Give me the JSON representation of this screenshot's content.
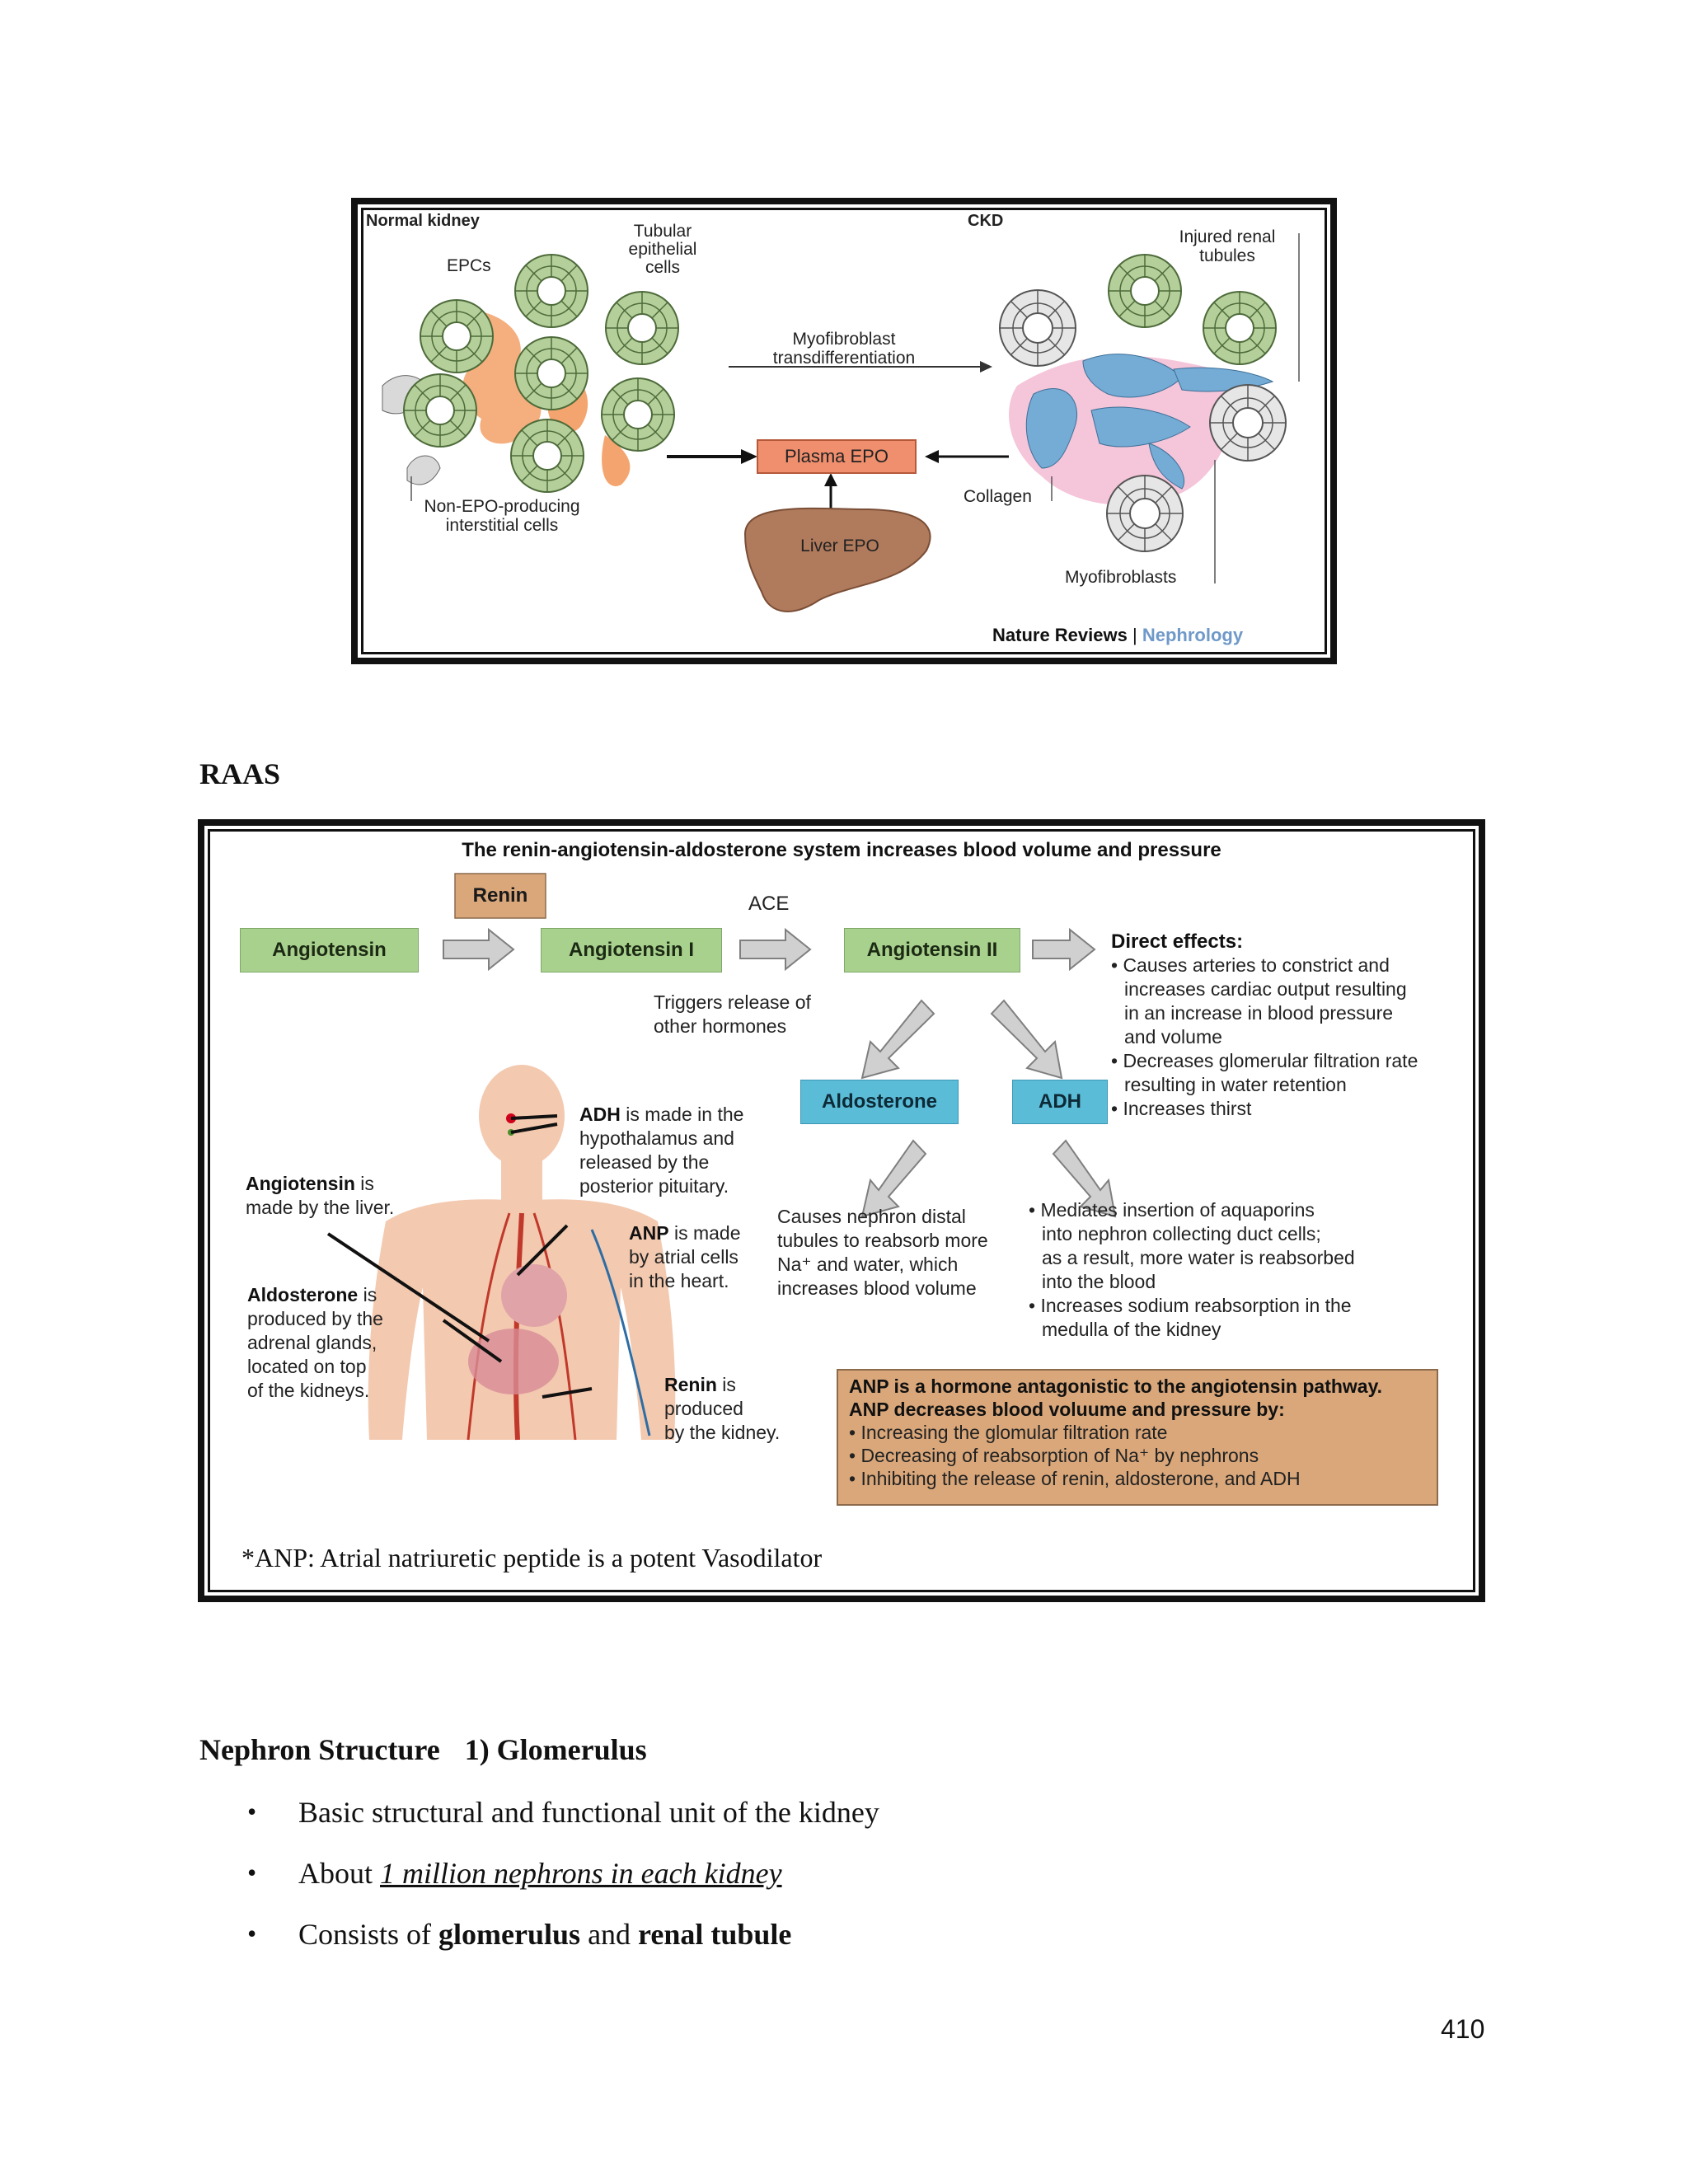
{
  "figure1": {
    "normal_label": "Normal kidney",
    "ckd_label": "CKD",
    "epcs": "EPCs",
    "tubular1": "Tubular",
    "tubular2": "epithelial",
    "tubular3": "cells",
    "injured1": "Injured renal",
    "injured2": "tubules",
    "myo_trans1": "Myofibroblast",
    "myo_trans2": "transdifferentiation",
    "plasma_epo": "Plasma EPO",
    "liver_epo": "Liver EPO",
    "collagen": "Collagen",
    "nonepo1": "Non-EPO-producing",
    "nonepo2": "interstitial cells",
    "myofibroblasts": "Myofibroblasts",
    "credit_main": "Nature Reviews",
    "credit_sep": "|",
    "credit_journal": "Nephrology",
    "colors": {
      "tubule_green": "#b5cf9a",
      "orange_cell": "#f4a56f",
      "blue_cell": "#74acd6",
      "pink": "#f2b6cf",
      "liver": "#b07a5c",
      "epo_box": "#f08f6e"
    }
  },
  "section_raas": "RAAS",
  "figure2": {
    "title": "The renin-angiotensin-aldosterone system increases blood volume and pressure",
    "renin": "Renin",
    "ace": "ACE",
    "angiotensin": "Angiotensin",
    "angiotensin1": "Angiotensin I",
    "angiotensin2": "Angiotensin II",
    "direct_effects_title": "Direct effects:",
    "direct_effects": [
      "• Causes arteries to constrict and",
      "increases cardiac output resulting",
      "in an increase in blood pressure",
      "and volume",
      "• Decreases glomerular filtration rate",
      "resulting in water retention",
      "• Increases thirst"
    ],
    "triggers": [
      "Triggers release of",
      "other hormones"
    ],
    "aldosterone": "Aldosterone",
    "adh": "ADH",
    "adh_note_bold": "ADH",
    "adh_note": [
      " is made in the",
      "hypothalamus and",
      "released by the",
      "posterior pituitary."
    ],
    "angiotensin_note_bold": "Angiotensin",
    "angiotensin_note": [
      " is",
      "made by the liver."
    ],
    "anp_note_bold": "ANP",
    "anp_note": [
      " is made",
      "by atrial cells",
      "in the heart."
    ],
    "aldo_note_bold": "Aldosterone",
    "aldo_note": [
      " is",
      "produced by the",
      "adrenal glands,",
      "located on top",
      "of the kidneys."
    ],
    "renin_note_bold": "Renin",
    "renin_note": [
      " is",
      "produced",
      "by the kidney."
    ],
    "aldo_effect": [
      "Causes nephron distal",
      "tubules to reabsorb more",
      "Na⁺ and water, which",
      "increases blood volume"
    ],
    "adh_effect": [
      "• Mediates insertion of aquaporins",
      "into nephron collecting duct cells;",
      "as a result, more water is reabsorbed",
      "into the blood",
      "• Increases sodium reabsorption in the",
      "medulla of the kidney"
    ],
    "anp_box_bold": [
      "ANP is a hormone antagonistic to the angiotensin pathway.",
      "ANP decreases blood voluume and pressure by:"
    ],
    "anp_box": [
      "• Increasing the glomular filtration rate",
      "• Decreasing of reabsorption of Na⁺ by nephrons",
      "• Inhibiting the release of renin, aldosterone, and ADH"
    ],
    "footnote": "*ANP: Atrial natriuretic peptide is a potent Vasodilator",
    "colors": {
      "green_box": "#a9d18e",
      "blue_box": "#5bbcd8",
      "renin_box": "#d9a77a",
      "anp_box": "#d9a77a",
      "arrow": "#bdbdbd"
    }
  },
  "section_nephron": {
    "title": "Nephron Structure",
    "subtitle": "1) Glomerulus"
  },
  "bullets": {
    "b1": "Basic structural and functional unit of the kidney",
    "b2_pre": "About ",
    "b2_link": "1 million nephrons in each kidney",
    "b3_pre": "Consists of ",
    "b3_bold1": "glomerulus",
    "b3_mid": " and ",
    "b3_bold2": "renal tubule"
  },
  "page_number": "410"
}
